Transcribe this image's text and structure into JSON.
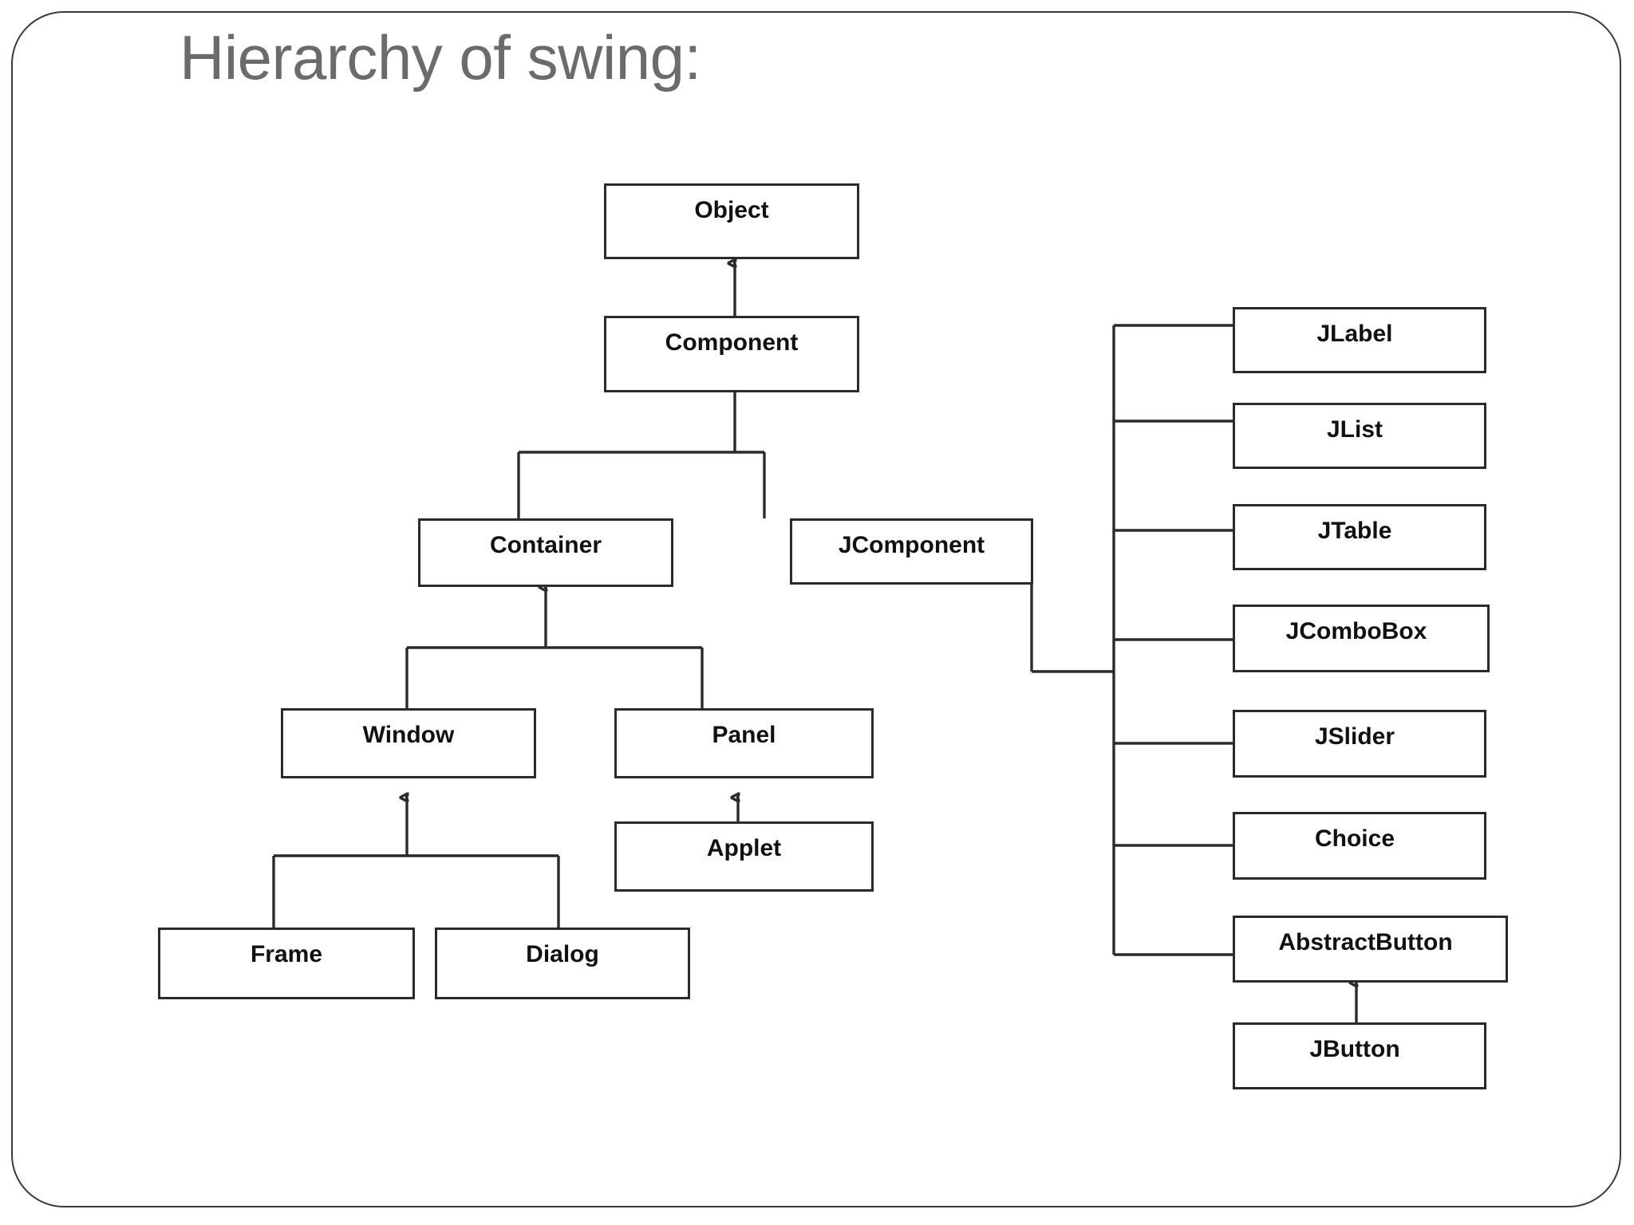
{
  "slide": {
    "title": "Hierarchy of swing:",
    "title_color": "#6b6b6b",
    "frame_color": "#3a3a3a",
    "background": "#ffffff"
  },
  "diagram": {
    "type": "class-hierarchy",
    "box_border_color": "#2b2b2b",
    "box_fill": "#ffffff",
    "connector_color": "#2b2b2b",
    "nodes": [
      {
        "id": "object",
        "label": "Object"
      },
      {
        "id": "component",
        "label": "Component"
      },
      {
        "id": "container",
        "label": "Container"
      },
      {
        "id": "jcomponent",
        "label": "JComponent"
      },
      {
        "id": "window",
        "label": "Window"
      },
      {
        "id": "panel",
        "label": "Panel"
      },
      {
        "id": "applet",
        "label": "Applet"
      },
      {
        "id": "frame",
        "label": "Frame"
      },
      {
        "id": "dialog",
        "label": "Dialog"
      },
      {
        "id": "jlabel",
        "label": "JLabel"
      },
      {
        "id": "jlist",
        "label": "JList"
      },
      {
        "id": "jtable",
        "label": "JTable"
      },
      {
        "id": "jcombobox",
        "label": "JComboBox"
      },
      {
        "id": "jslider",
        "label": "JSlider"
      },
      {
        "id": "choice",
        "label": "Choice"
      },
      {
        "id": "abstractbutton",
        "label": "AbstractButton"
      },
      {
        "id": "jbutton",
        "label": "JButton"
      }
    ],
    "edges": [
      {
        "from": "component",
        "to": "object",
        "arrow": true
      },
      {
        "from": "container",
        "to": "component",
        "arrow": true
      },
      {
        "from": "jcomponent",
        "to": "component",
        "arrow": true
      },
      {
        "from": "window",
        "to": "container",
        "arrow": true
      },
      {
        "from": "panel",
        "to": "container",
        "arrow": true
      },
      {
        "from": "frame",
        "to": "window",
        "arrow": true
      },
      {
        "from": "dialog",
        "to": "window",
        "arrow": true
      },
      {
        "from": "applet",
        "to": "panel",
        "arrow": true
      },
      {
        "from": "jlabel",
        "to": "jcomponent",
        "arrow": false
      },
      {
        "from": "jlist",
        "to": "jcomponent",
        "arrow": false
      },
      {
        "from": "jtable",
        "to": "jcomponent",
        "arrow": false
      },
      {
        "from": "jcombobox",
        "to": "jcomponent",
        "arrow": false
      },
      {
        "from": "jslider",
        "to": "jcomponent",
        "arrow": false
      },
      {
        "from": "choice",
        "to": "jcomponent",
        "arrow": false
      },
      {
        "from": "abstractbutton",
        "to": "jcomponent",
        "arrow": false
      },
      {
        "from": "jbutton",
        "to": "abstractbutton",
        "arrow": true
      }
    ]
  }
}
